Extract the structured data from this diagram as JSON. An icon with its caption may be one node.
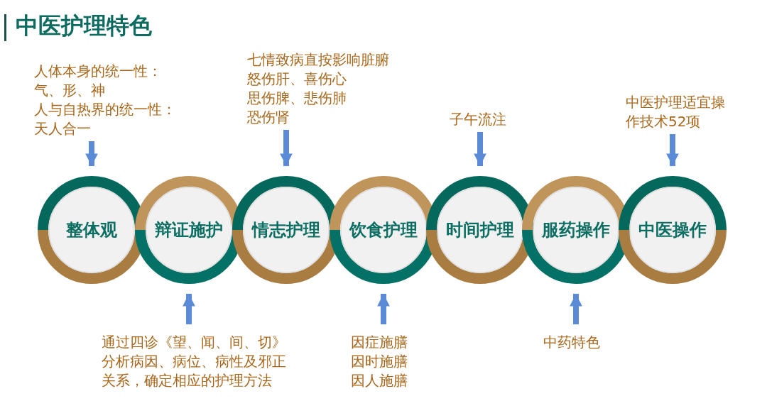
{
  "diagram": {
    "title": "中医护理特色",
    "nodes": [
      {
        "text": [
          "人体本身的统一性：",
          "气、形、神",
          "人与自热界的统一性：",
          "天人合一"
        ]
      },
      {
        "text": [
          "七情致病直按影响脏腑",
          "怒伤肝、喜伤心",
          "思伤脾、悲伤肺",
          "恐伤肾"
        ]
      },
      {
        "text": [
          "子午流注"
        ]
      },
      {
        "text": [
          "中医护理适宜操作技术52项"
        ]
      },
      {
        "text": [
          "整体观"
        ]
      },
      {
        "text": [
          "辩证施护"
        ]
      },
      {
        "text": [
          "情志护理"
        ]
      },
      {
        "text": [
          "饮食护理"
        ]
      },
      {
        "text": [
          "时间护理"
        ]
      },
      {
        "text": [
          "服药操作"
        ]
      },
      {
        "text": [
          "中医操作"
        ]
      },
      {
        "text": [
          "通过四诊《望、闻、间、切》分析病因、病位、病性及邪正关系，确定相应的护理方法"
        ]
      },
      {
        "text": [
          "因症施膳",
          "因时施膳",
          "因人施膳"
        ]
      },
      {
        "text": [
          "中药特色"
        ]
      }
    ],
    "edges": [
      {
        "from": 0,
        "to": 4,
        "arrow": "to"
      },
      {
        "from": 1,
        "to": 6,
        "arrow": "to"
      },
      {
        "from": 2,
        "to": 8,
        "arrow": "to"
      },
      {
        "from": 3,
        "to": 10,
        "arrow": "to"
      },
      {
        "from": 11,
        "to": 5,
        "arrow": "to"
      },
      {
        "from": 12,
        "to": 7,
        "arrow": "to"
      },
      {
        "from": 13,
        "to": 9,
        "arrow": "to"
      }
    ]
  }
}
